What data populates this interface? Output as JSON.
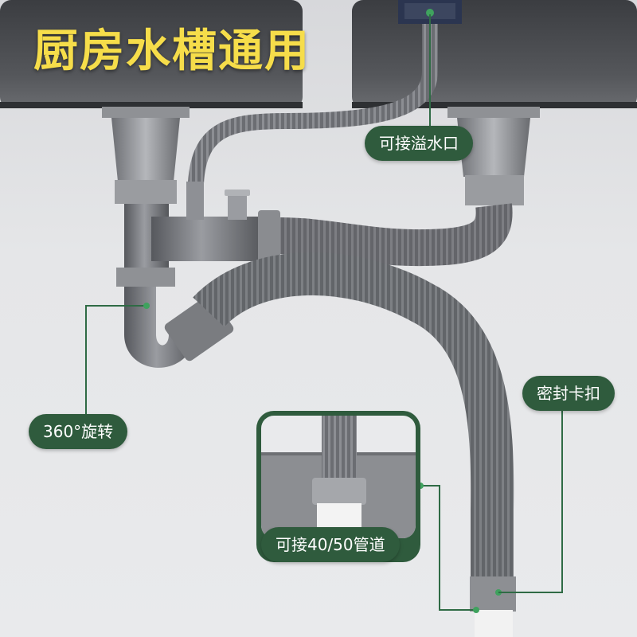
{
  "headline": "厨房水槽通用",
  "callouts": {
    "overflow": "可接溢水口",
    "rotate": "360°旋转",
    "seal": "密封卡扣",
    "pipe": "可接40/50管道"
  },
  "colors": {
    "headline": "#f6dd4a",
    "callout_bg": "#2f5b3d",
    "callout_text": "#ffffff",
    "pipe": "#6e7075",
    "sink": "#4a4c50",
    "leader_line": "#2f6b45"
  }
}
